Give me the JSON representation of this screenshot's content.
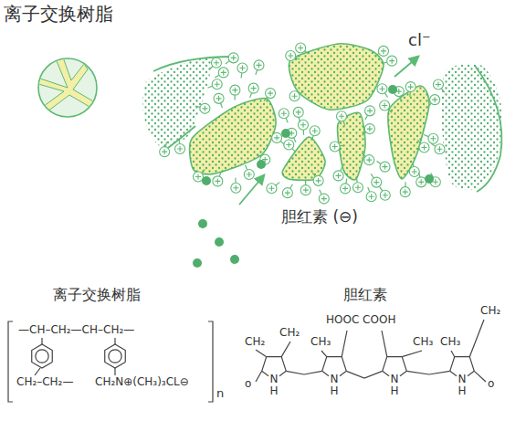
{
  "diagram": {
    "title": "离子交换树脂",
    "labels": [
      "cl⁻",
      "胆红素 (⊖)",
      "离子交换树脂",
      "胆红素",
      "HOOC COOH",
      "—CH–CH₂—CH–CH₂—",
      "CH₂–CH₂—",
      "CH₂N⊕(CH₃)₃CL⊖",
      "n",
      "CH₂",
      "CH₂",
      "CH₃",
      "CH₃",
      "CH₃",
      "CH₂",
      "o",
      "o",
      "N H",
      "N H",
      "N H",
      "N H"
    ]
  }
}
